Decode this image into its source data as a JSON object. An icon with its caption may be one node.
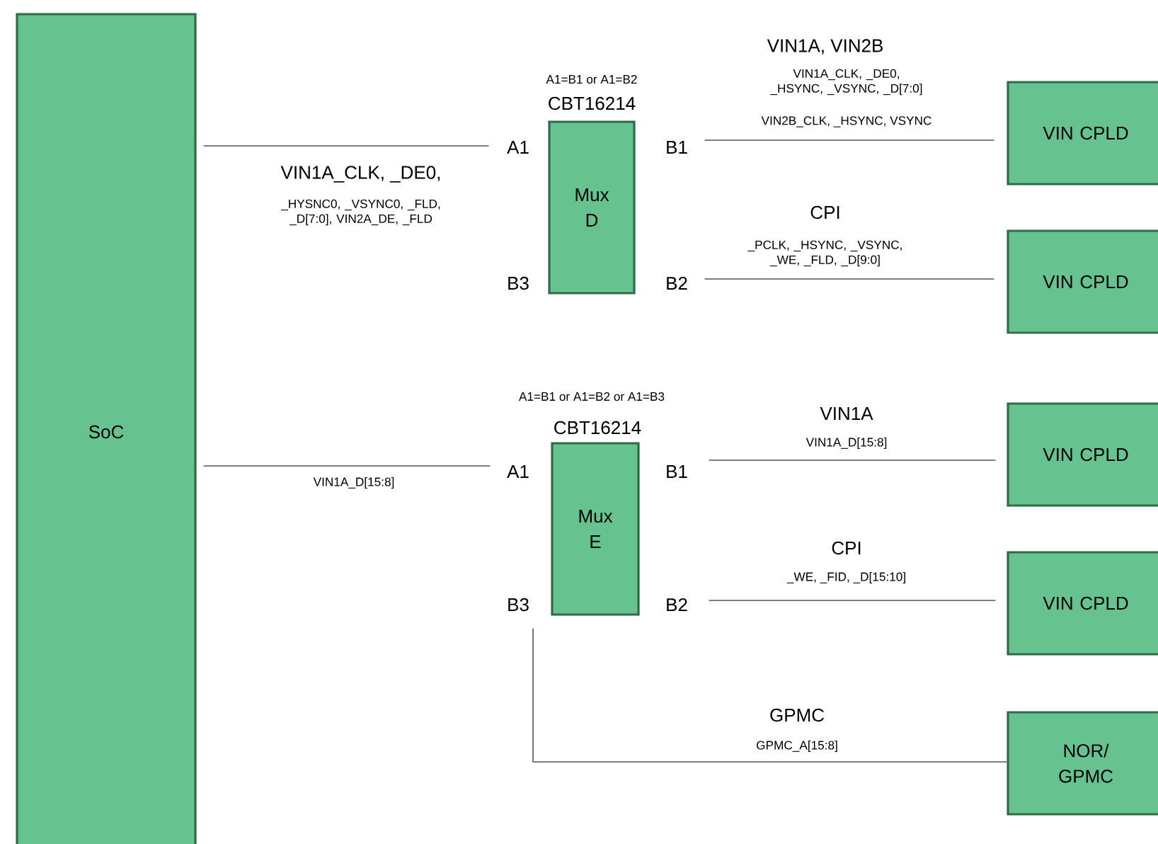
{
  "diagram": {
    "nodes": [
      {
        "text": [
          "SoC"
        ]
      },
      {
        "text": [
          "Mux D"
        ],
        "beside": [
          "A1=B1 or A1=B2",
          "CBT16214"
        ]
      },
      {
        "text": [
          "VIN CPLD"
        ]
      },
      {
        "text": [
          "VIN CPLD"
        ]
      },
      {
        "text": [
          "Mux E"
        ],
        "beside": [
          "A1=B1 or A1=B2 or A1=B3",
          "CBT16214"
        ]
      },
      {
        "text": [
          "VIN CPLD"
        ]
      },
      {
        "text": [
          "VIN CPLD"
        ]
      },
      {
        "text": [
          "NOR/ GPMC"
        ]
      }
    ],
    "edges": [
      {
        "from": 0,
        "to": 1,
        "arrow": "none",
        "label": "VIN1A_CLK, _DE0,"
      },
      {
        "from": 1,
        "to": 2,
        "arrow": "none",
        "label": "VIN1A, VIN2B"
      },
      {
        "from": 1,
        "to": 3,
        "arrow": "none",
        "label": "CPI"
      },
      {
        "from": 0,
        "to": 4,
        "arrow": "none",
        "label": "VIN1A_D[15:8]"
      },
      {
        "from": 4,
        "to": 5,
        "arrow": "none",
        "label": "VIN1A"
      },
      {
        "from": 4,
        "to": 6,
        "arrow": "none",
        "label": "CPI"
      },
      {
        "from": 4,
        "to": 7,
        "arrow": "none",
        "label": "GPMC"
      }
    ],
    "labels": [
      "A1",
      "B1",
      "B3",
      "B2",
      "_HYSNC0, _VSYNC0, _FLD, _D[7:0], VIN2A_DE, _FLD",
      "VIN1A_CLK, _DE0, _HSYNC, _VSYNC, _D[7:0]",
      "VIN2B_CLK, _HSYNC, VSYNC",
      "_PCLK, _HSYNC, _VSYNC, _WE, _FLD, _D[9:0]",
      "A1",
      "B1",
      "B3",
      "B2",
      "VIN1A_D[15:8]",
      "_WE, _FID, _D[15:10]",
      "GPMC_A[15:8]"
    ]
  }
}
